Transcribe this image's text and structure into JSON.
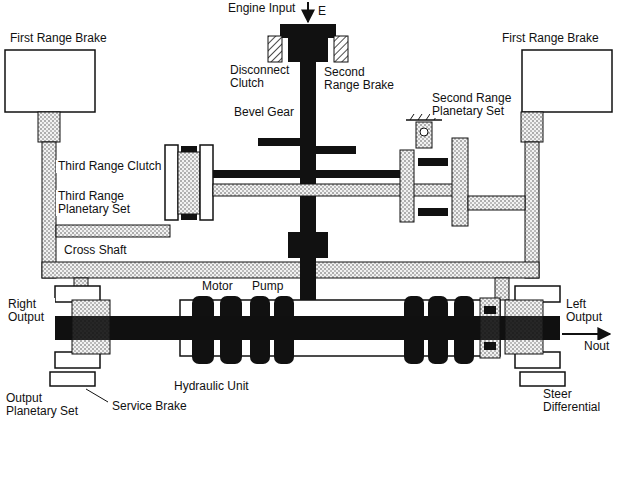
{
  "diagram": {
    "labels": [
      "Engine Input",
      "E",
      "First Range Brake",
      "First Range Brake",
      "Disconnect Clutch",
      "Second Range Brake",
      "Bevel Gear",
      "Second Range Planetary Set",
      "Third Range Clutch",
      "Third Range Planetary Set",
      "Cross Shaft",
      "Motor",
      "Pump",
      "Right Output",
      "Left Output",
      "Nout",
      "Output Planetary Set",
      "Hydraulic Unit",
      "Service Brake",
      "Steer Differential"
    ]
  }
}
